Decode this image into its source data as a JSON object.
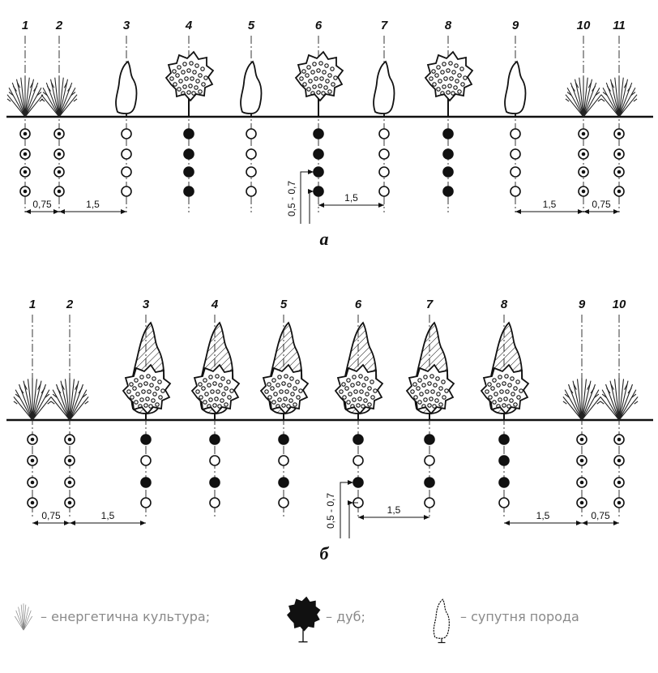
{
  "panel_a": {
    "label": "а",
    "row_numbers": [
      "1",
      "2",
      "3",
      "4",
      "5",
      "6",
      "7",
      "8",
      "9",
      "10",
      "11"
    ],
    "spacing": {
      "small_gap": "0,75",
      "large_gap": "1,5",
      "in_row": "0,5 - 0,7"
    }
  },
  "panel_b": {
    "label": "б",
    "row_numbers": [
      "1",
      "2",
      "3",
      "4",
      "5",
      "6",
      "7",
      "8",
      "9",
      "10"
    ],
    "spacing": {
      "small_gap": "0,75",
      "large_gap": "1,5",
      "in_row": "0,5 - 0,7"
    }
  },
  "legend": {
    "energy_crop": "– енергетична культура;",
    "oak": "– дуб;",
    "companion": "– супутня порода"
  }
}
